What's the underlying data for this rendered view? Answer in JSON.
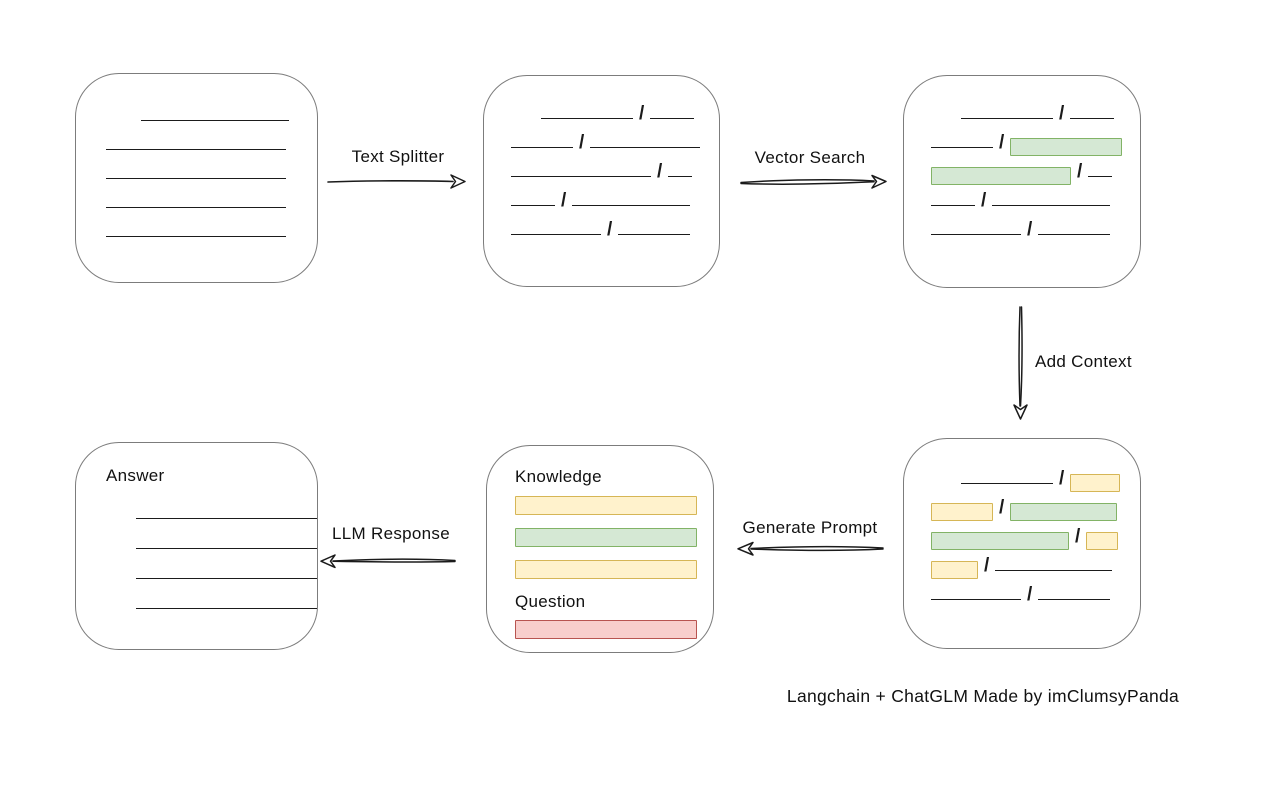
{
  "caption": "Langchain + ChatGLM Made by imClumsyPanda",
  "colors": {
    "line_color": "#1b1b1b",
    "border_color": "#7c7c7c",
    "green_fill": "#d5e8d4",
    "green_stroke": "#82b366",
    "yellow_fill": "#fff2cc",
    "yellow_stroke": "#d6b656",
    "red_fill": "#f8cecc",
    "red_stroke": "#b85450"
  },
  "arrows": {
    "text_splitter": {
      "label": "Text Splitter",
      "direction": "right"
    },
    "vector_search": {
      "label": "Vector Search",
      "direction": "right"
    },
    "add_context": {
      "label": "Add Context",
      "direction": "down"
    },
    "generate_prompt": {
      "label": "Generate Prompt",
      "direction": "left"
    },
    "llm_response": {
      "label": "LLM Response",
      "direction": "left"
    }
  },
  "boxes": {
    "source_document": {
      "rows": [
        {
          "indent": 65,
          "segs": [
            {
              "kind": "line",
              "w": 148
            }
          ]
        },
        {
          "indent": 30,
          "segs": [
            {
              "kind": "line",
              "w": 180
            }
          ]
        },
        {
          "indent": 30,
          "segs": [
            {
              "kind": "line",
              "w": 180
            }
          ]
        },
        {
          "indent": 30,
          "segs": [
            {
              "kind": "line",
              "w": 180
            }
          ]
        },
        {
          "indent": 30,
          "segs": [
            {
              "kind": "line",
              "w": 180
            }
          ]
        }
      ]
    },
    "split_document": {
      "rows": [
        {
          "indent": 57,
          "segs": [
            {
              "kind": "line",
              "w": 92
            },
            {
              "kind": "slash"
            },
            {
              "kind": "line",
              "w": 44
            }
          ]
        },
        {
          "indent": 27,
          "segs": [
            {
              "kind": "line",
              "w": 62
            },
            {
              "kind": "slash"
            },
            {
              "kind": "line",
              "w": 110
            }
          ]
        },
        {
          "indent": 27,
          "segs": [
            {
              "kind": "line",
              "w": 140
            },
            {
              "kind": "slash"
            },
            {
              "kind": "line",
              "w": 24
            }
          ]
        },
        {
          "indent": 27,
          "segs": [
            {
              "kind": "line",
              "w": 44
            },
            {
              "kind": "slash"
            },
            {
              "kind": "line",
              "w": 118
            }
          ]
        },
        {
          "indent": 27,
          "segs": [
            {
              "kind": "line",
              "w": 90
            },
            {
              "kind": "slash"
            },
            {
              "kind": "line",
              "w": 72
            }
          ]
        }
      ]
    },
    "vector_matched": {
      "rows": [
        {
          "indent": 57,
          "segs": [
            {
              "kind": "line",
              "w": 92
            },
            {
              "kind": "slash"
            },
            {
              "kind": "line",
              "w": 44
            }
          ]
        },
        {
          "indent": 27,
          "segs": [
            {
              "kind": "line",
              "w": 62
            },
            {
              "kind": "slash"
            },
            {
              "kind": "bar",
              "color": "green",
              "w": 110
            }
          ]
        },
        {
          "indent": 27,
          "segs": [
            {
              "kind": "bar",
              "color": "green",
              "w": 138
            },
            {
              "kind": "slash"
            },
            {
              "kind": "line",
              "w": 24
            }
          ]
        },
        {
          "indent": 27,
          "segs": [
            {
              "kind": "line",
              "w": 44
            },
            {
              "kind": "slash"
            },
            {
              "kind": "line",
              "w": 118
            }
          ]
        },
        {
          "indent": 27,
          "segs": [
            {
              "kind": "line",
              "w": 90
            },
            {
              "kind": "slash"
            },
            {
              "kind": "line",
              "w": 72
            }
          ]
        }
      ]
    },
    "context_added": {
      "rows": [
        {
          "indent": 57,
          "segs": [
            {
              "kind": "line",
              "w": 92
            },
            {
              "kind": "slash"
            },
            {
              "kind": "bar",
              "color": "yellow",
              "w": 48
            }
          ]
        },
        {
          "indent": 27,
          "segs": [
            {
              "kind": "bar",
              "color": "yellow",
              "w": 60
            },
            {
              "kind": "slash"
            },
            {
              "kind": "bar",
              "color": "green",
              "w": 105
            }
          ]
        },
        {
          "indent": 27,
          "segs": [
            {
              "kind": "bar",
              "color": "green",
              "w": 136
            },
            {
              "kind": "slash"
            },
            {
              "kind": "bar",
              "color": "yellow",
              "w": 30
            }
          ]
        },
        {
          "indent": 27,
          "segs": [
            {
              "kind": "bar",
              "color": "yellow",
              "w": 45
            },
            {
              "kind": "slash"
            },
            {
              "kind": "line",
              "w": 117
            }
          ]
        },
        {
          "indent": 27,
          "segs": [
            {
              "kind": "line",
              "w": 90
            },
            {
              "kind": "slash"
            },
            {
              "kind": "line",
              "w": 72
            }
          ]
        }
      ]
    },
    "prompt": {
      "knowledge_label": "Knowledge",
      "knowledge_bars": [
        "yellow",
        "green",
        "yellow"
      ],
      "question_label": "Question",
      "question_bar": "red"
    },
    "answer": {
      "label": "Answer",
      "rows": [
        {
          "indent": 30,
          "segs": [
            {
              "kind": "line",
              "w": 182
            }
          ]
        },
        {
          "indent": 30,
          "segs": [
            {
              "kind": "line",
              "w": 182
            }
          ]
        },
        {
          "indent": 30,
          "segs": [
            {
              "kind": "line",
              "w": 182
            }
          ]
        },
        {
          "indent": 30,
          "segs": [
            {
              "kind": "line",
              "w": 182
            }
          ]
        }
      ]
    }
  }
}
